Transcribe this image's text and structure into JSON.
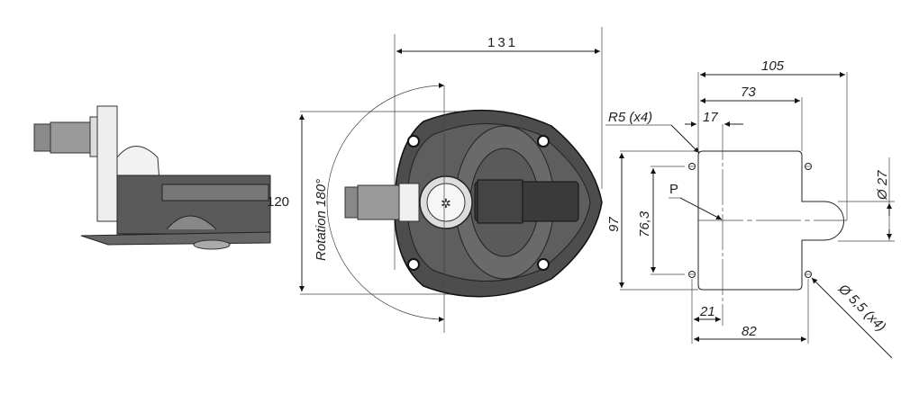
{
  "side_view": {
    "height_label": "120"
  },
  "front_view": {
    "width_label": "131",
    "height_label": "120",
    "rotation_label": "Rotation 180°"
  },
  "cutout": {
    "width_total": "105",
    "width_body": "73",
    "offset_17": "17",
    "radius_label": "R5 (x4)",
    "height_label": "97",
    "hole_spacing_v": "76,3",
    "point_label": "P",
    "tab_diameter": "Ø 27",
    "offset_21": "21",
    "hole_spacing_h": "82",
    "hole_diameter": "Ø 5,5 (x4)"
  },
  "colors": {
    "body": "#4d4d4d",
    "pin": "#8a8a8a",
    "line": "#222222"
  }
}
